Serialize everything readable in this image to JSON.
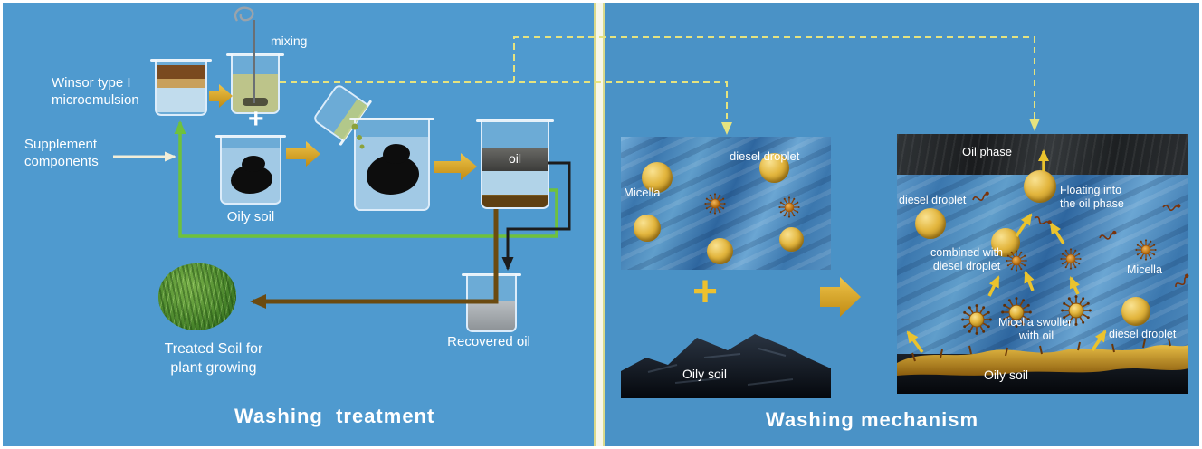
{
  "titles": {
    "left": "Washing  treatment",
    "right": "Washing mechanism"
  },
  "left": {
    "mixing": "mixing",
    "winsor1": "Winsor type I",
    "winsor2": "microemulsion",
    "supp1": "Supplement",
    "supp2": "components",
    "plus": "+",
    "oily_soil": "Oily soil",
    "oil": "oil",
    "treated1": "Treated Soil for",
    "treated2": "plant growing",
    "recovered": "Recovered oil"
  },
  "right": {
    "plus": "+",
    "micelle_img": {
      "micella": "Micella",
      "diesel": "diesel droplet"
    },
    "soil_label": "Oily soil",
    "mech": {
      "oil_phase": "Oil phase",
      "diesel_left": "diesel droplet",
      "floating1": "Floating into",
      "floating2": "the oil phase",
      "combined1": "combined with",
      "combined2": "diesel droplet",
      "micella": "Micella",
      "swollen1": "Micella swollen",
      "swollen2": "with oil",
      "diesel_right": "diesel droplet",
      "oily_soil": "Oily soil"
    }
  },
  "colors": {
    "canvas_blue": "#4d97cb",
    "gold_arrow": "#d7a01d",
    "dashed_yellow": "#e6e37f",
    "green_line": "#6fc13c",
    "brown_line": "#6b4a10",
    "dark_line": "#1c1c1c"
  }
}
